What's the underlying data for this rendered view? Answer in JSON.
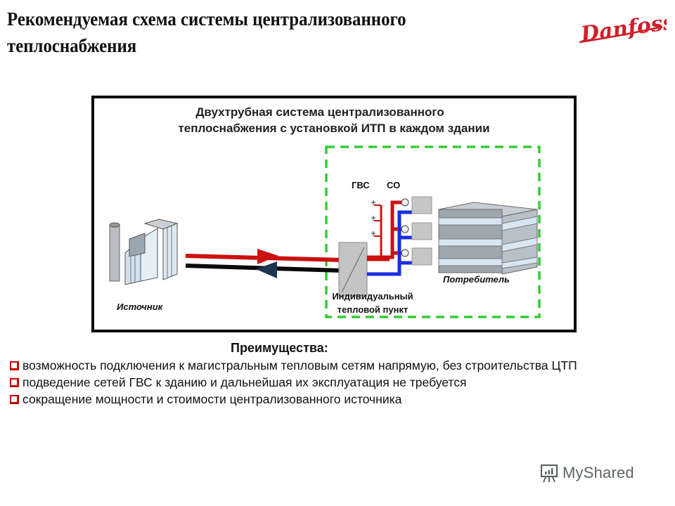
{
  "slide": {
    "title": "Рекомендуемая схема системы централизованного теплоснабжения",
    "logo_text": "Danfoss",
    "brand_color": "#d0202a"
  },
  "diagram": {
    "title_line1": "Двухтрубная система централизованного",
    "title_line2": "теплоснабжения с установкой ИТП в каждом здании",
    "labels": {
      "source": "Источник",
      "consumer": "Потребитель",
      "itp_line1": "Индивидуальный",
      "itp_line2": "тепловой пункт",
      "gvs": "ГВС",
      "so": "СО"
    },
    "colors": {
      "supply": "#cc1111",
      "return": "#0a0a0a",
      "heating_return": "#1a2ee0",
      "zone_border": "#33cc33",
      "return_arrow": "#1b3550"
    }
  },
  "advantages": {
    "title": "Преимущества:",
    "items": [
      "возможность подключения к магистральным тепловым сетям напрямую, без строительства ЦТП",
      "подведение сетей ГВС к зданию и дальнейшая их эксплуатация не требуется",
      "сокращение мощности и стоимости централизованного источника"
    ],
    "bullet_color": "#cc0000"
  },
  "watermark": {
    "text": "MyShared"
  }
}
